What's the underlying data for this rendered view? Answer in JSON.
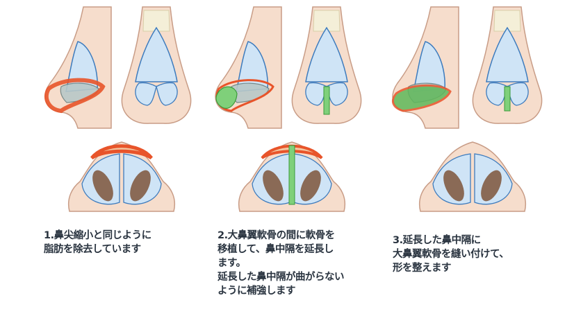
{
  "captions": [
    {
      "text": "1.鼻尖縮小と同じように\n脂肪を除去しています"
    },
    {
      "text": "2.大鼻翼軟骨の間に軟骨を\n移植して、鼻中隔を延長し\nます。\n延長した鼻中隔が曲がらない\nように補強します"
    },
    {
      "text": "3.延長した鼻中隔に\n大鼻翼軟骨を縫い付けて、\n形を整えます"
    }
  ],
  "colors": {
    "skin": "#f6ddcc",
    "skin_line": "#c89c86",
    "cartilage": "#cfe4f6",
    "cartilage_line": "#3d7bbd",
    "fat": "#e8542a",
    "graft": "#7fd07a",
    "nostril": "#8a6a56"
  }
}
